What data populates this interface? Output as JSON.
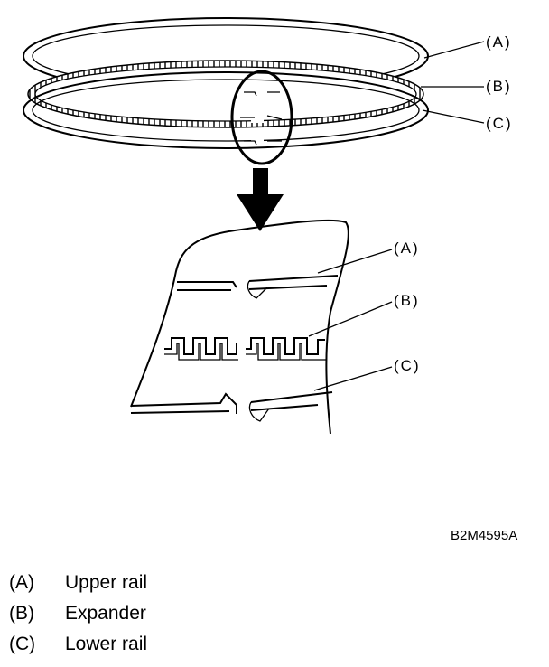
{
  "diagram": {
    "callouts": {
      "upper": "(A)",
      "middle": "(B)",
      "lower": "(C)"
    },
    "figure_code": "B2M4595A"
  },
  "legend": [
    {
      "key": "(A)",
      "text": "Upper rail"
    },
    {
      "key": "(B)",
      "text": "Expander"
    },
    {
      "key": "(C)",
      "text": "Lower rail"
    }
  ]
}
